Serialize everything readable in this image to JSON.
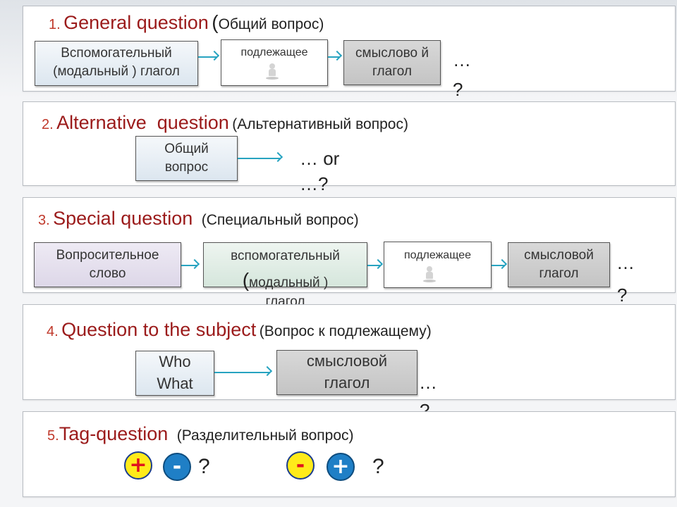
{
  "sections": [
    {
      "number": "1.",
      "title_en": "General question",
      "title_ru": "Общий вопрос",
      "boxes": [
        "Вспомогательный (модальный ) глагол",
        "подлежащее",
        "смыслово й глагол"
      ],
      "tail": [
        "…",
        "?"
      ]
    },
    {
      "number": "2.",
      "title_en": "Alternative  question",
      "title_ru": "(Альтернативный вопрос)",
      "boxes": [
        "Общий вопрос"
      ],
      "tail": [
        "… or",
        "…?"
      ]
    },
    {
      "number": "3.",
      "title_en": "Special question",
      "title_ru": "(Специальный вопрос)",
      "boxes": [
        "Вопросительное слово",
        "вспомогательный",
        "модальный",
        "глагол",
        "подлежащее",
        "смысловой глагол"
      ],
      "tail": [
        "…",
        "?"
      ]
    },
    {
      "number": "4.",
      "title_en": "Question to the subject",
      "title_ru": "(Вопрос к подлежащему)",
      "boxes": [
        "Who",
        "What",
        "смысловой глагол"
      ],
      "tail": [
        "…",
        "?"
      ]
    },
    {
      "number": "5.",
      "title_en": "Tag-question",
      "title_ru": "(Разделительный вопрос)",
      "signs": [
        "+",
        "-",
        "?",
        "-",
        "+",
        "?"
      ]
    }
  ],
  "colors": {
    "arrow": "#27a3c0",
    "title_en": "#9b1b1b",
    "number": "#c0392b",
    "plus_circle": "#ffeb1a",
    "minus_circle": "#1f7fc6"
  }
}
